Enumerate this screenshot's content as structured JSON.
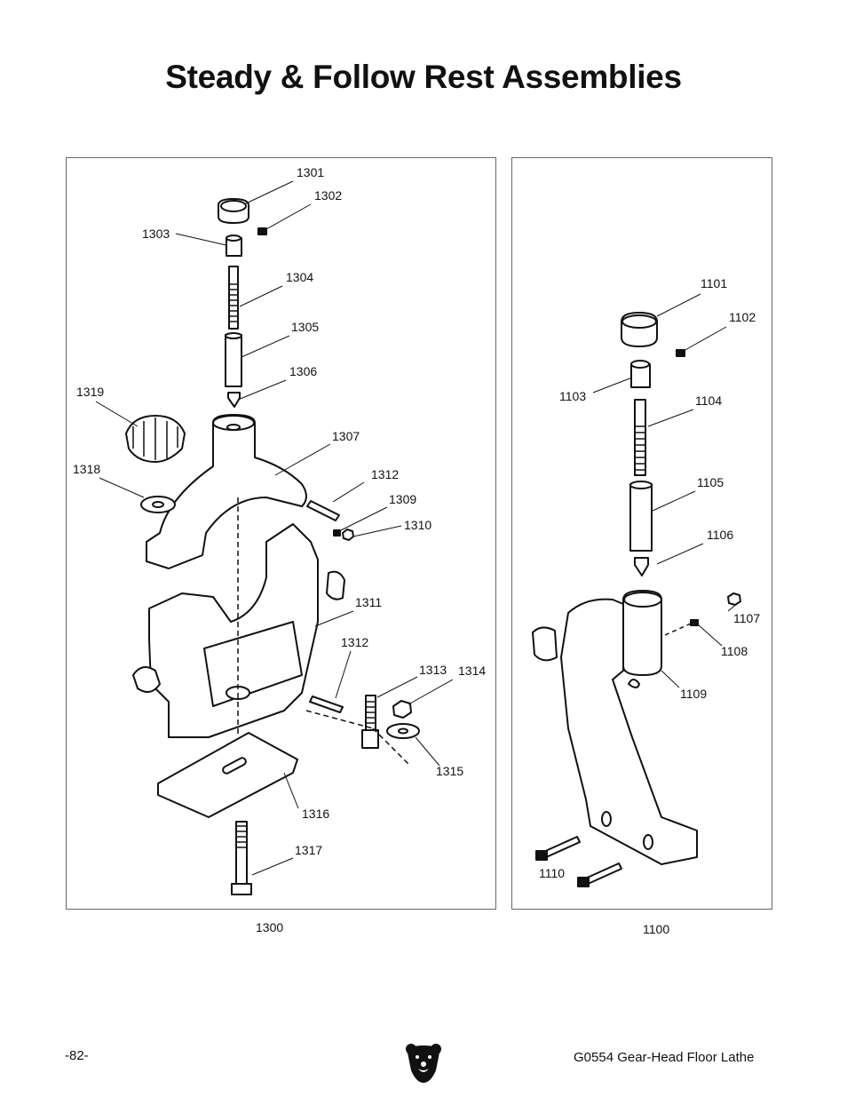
{
  "title": "Steady & Follow Rest Assemblies",
  "steady_rest": {
    "assembly_number": "1300",
    "parts": [
      "1301",
      "1302",
      "1303",
      "1304",
      "1305",
      "1306",
      "1307",
      "1309",
      "1310",
      "1311",
      "1312",
      "1312",
      "1313",
      "1314",
      "1315",
      "1316",
      "1317",
      "1318",
      "1319"
    ]
  },
  "follow_rest": {
    "assembly_number": "1100",
    "parts": [
      "1101",
      "1102",
      "1103",
      "1104",
      "1105",
      "1106",
      "1107",
      "1108",
      "1109",
      "1110"
    ]
  },
  "footer": {
    "page_number": "-82-",
    "manual_title": "G0554 Gear-Head Floor Lathe",
    "logo": "bear-head-logo"
  }
}
